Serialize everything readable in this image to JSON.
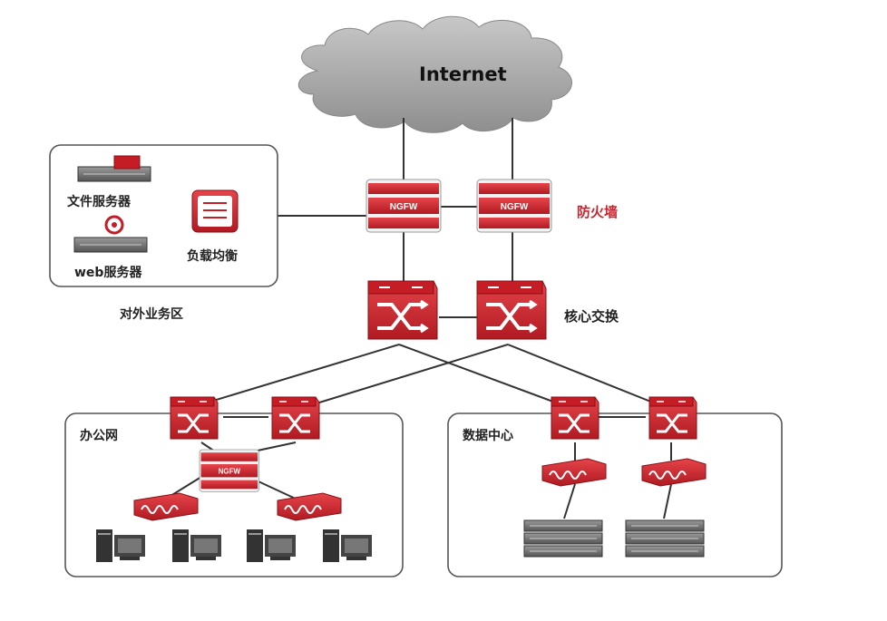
{
  "internet_label": "Internet",
  "firewall_label": "防火墙",
  "core_switch_label": "核心交换",
  "external_zone": {
    "title": "对外业务区",
    "file_server_label": "文件服务器",
    "web_server_label": "web服务器",
    "load_balancer_label": "负载均衡"
  },
  "office_zone": {
    "title": "办公网"
  },
  "datacenter_zone": {
    "title": "数据中心"
  },
  "ngfw_text": "NGFW",
  "colors": {
    "accent_red": "#d0222b",
    "dark_red": "#9e1219",
    "cloud_gray": "#9a9a9a",
    "line": "#333333"
  }
}
